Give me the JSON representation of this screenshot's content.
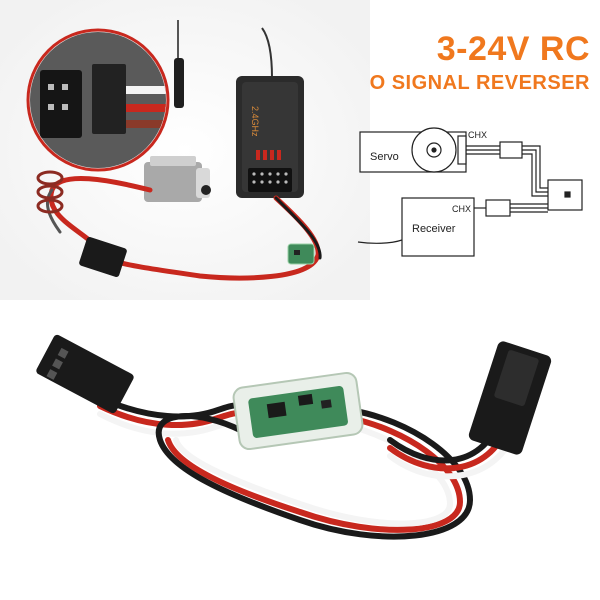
{
  "headline": {
    "line1": "3-24V RC",
    "line2": "RVO SIGNAL REVERSER"
  },
  "diagram": {
    "servo_label": "Servo",
    "receiver_label": "Receiver",
    "servo_channel": "CHX",
    "receiver_channel": "CHX"
  },
  "receiver_case_text": "2.4GHz",
  "colors": {
    "headline": "#f0781e",
    "wire_red": "#c8281e",
    "wire_black": "#1a1a1a",
    "wire_white": "#f4f4f4",
    "pcb_green": "#3f8a5a"
  }
}
